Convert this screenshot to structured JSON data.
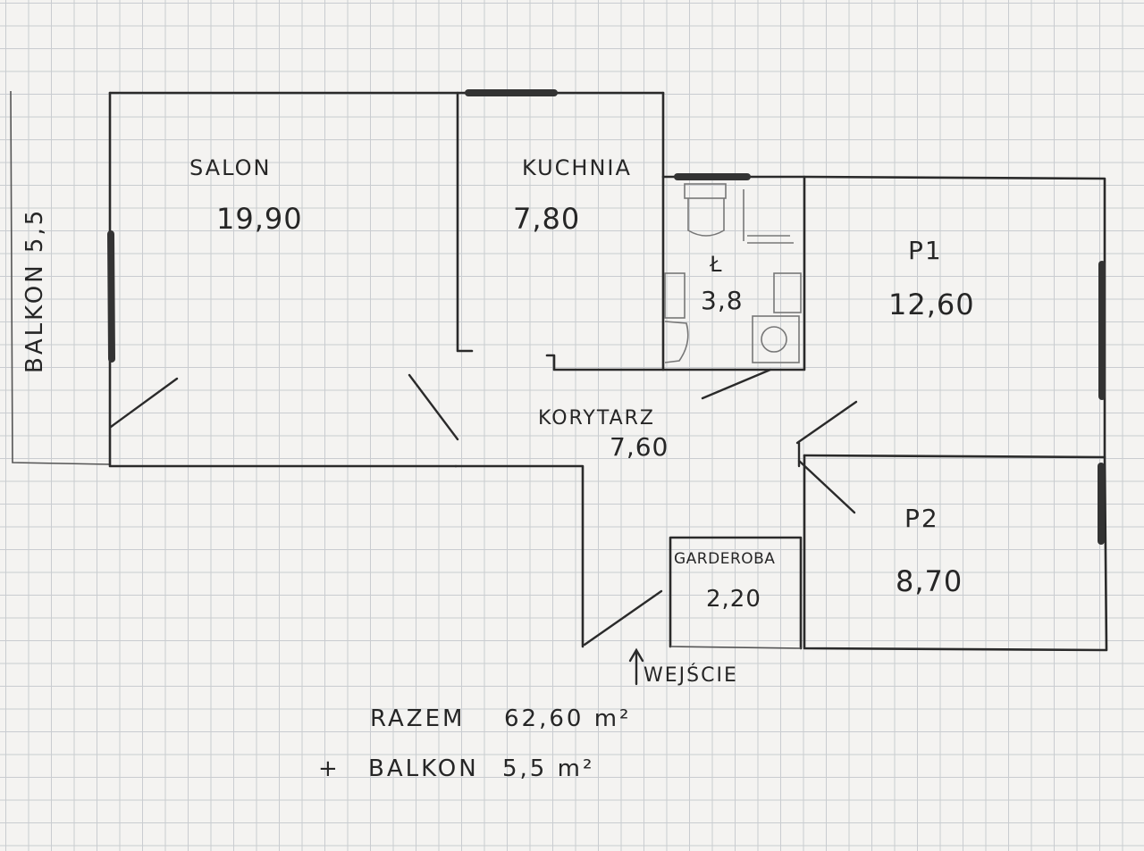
{
  "rooms": {
    "salon": {
      "name": "SALON",
      "area": "19,90"
    },
    "kuchnia": {
      "name": "KUCHNIA",
      "area": "7,80"
    },
    "lazienka": {
      "name": "Ł",
      "area": "3,8"
    },
    "p1": {
      "name": "P1",
      "area": "12,60"
    },
    "p2": {
      "name": "P2",
      "area": "8,70"
    },
    "korytarz": {
      "name": "KORYTARZ",
      "area": "7,60"
    },
    "garderoba": {
      "name": "GARDEROBA",
      "area": "2,20"
    }
  },
  "balcony_side": "BALKON 5,5",
  "entrance": "WEJŚCIE",
  "summary": {
    "total_label": "RAZEM",
    "total_value": "62,60 m²",
    "balcony_prefix": "+",
    "balcony_label": "BALKON",
    "balcony_value": "5,5 m²"
  },
  "colors": {
    "ink": "#262626",
    "grid": "#c9ccd0",
    "paper": "#f4f3f1"
  }
}
